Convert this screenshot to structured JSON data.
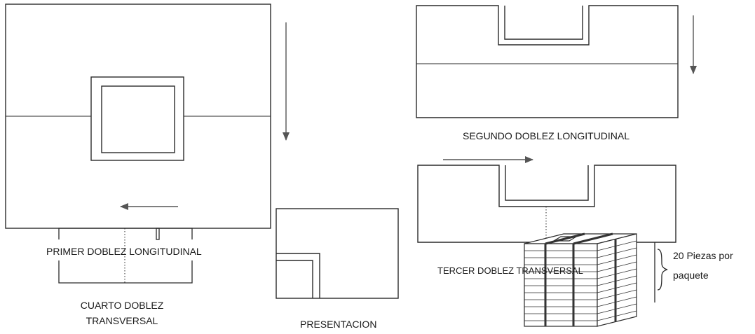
{
  "diagram": {
    "labels": {
      "primer": "PRIMER DOBLEZ LONGITUDINAL",
      "segundo": "SEGUNDO DOBLEZ LONGITUDINAL",
      "tercer": "TERCER DOBLEZ TRANSVERSAL",
      "cuarto_line1": "CUARTO DOBLEZ",
      "cuarto_line2": "TRANSVERSAL",
      "presentacion": "PRESENTACION",
      "piezas_line1": "20 Piezas por",
      "piezas_line2": "paquete"
    },
    "colors": {
      "ink": "#2a2a2a",
      "background": "#ffffff"
    }
  }
}
